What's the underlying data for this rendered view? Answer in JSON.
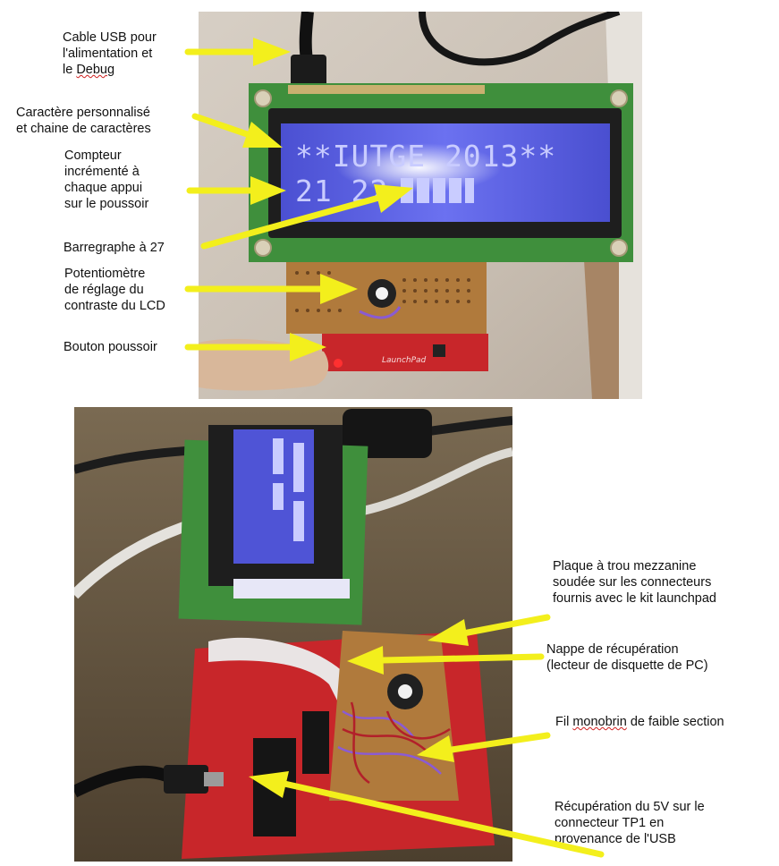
{
  "labels": {
    "cable_usb": [
      "Cable USB pour",
      " l'alimentation et",
      "le Debug"
    ],
    "caractere": [
      "Caractère personnalisé",
      "et chaine de caractères"
    ],
    "compteur": [
      "Compteur",
      "incrémenté à",
      "chaque appui",
      "sur le poussoir"
    ],
    "barregraphe": [
      "Barregraphe à 27"
    ],
    "potentiometre": [
      "Potentiomètre",
      "de réglage du",
      "contraste du LCD"
    ],
    "bouton": [
      "Bouton poussoir"
    ],
    "plaque": [
      "Plaque à trou mezzanine",
      "soudée sur les connecteurs",
      "fournis avec le kit launchpad"
    ],
    "nappe": [
      "Nappe de récupération",
      "(lecteur de disquette de PC)"
    ],
    "fil": [
      "Fil monobrin de faible section"
    ],
    "recuperation": [
      "Récupération du 5V sur le",
      "connecteur TP1 en",
      "provenance de l'USB"
    ]
  },
  "lcd": {
    "line1": "**IUTGE  2013**",
    "line2": "21 22"
  },
  "board": {
    "brand": "LaunchPad"
  },
  "colors": {
    "arrow": "#f3ef1c",
    "lcd_bg": "#4f54d6",
    "lcd_text": "#c9ccff",
    "pcb_green": "#3f8f3c",
    "pcb_red": "#c8262a",
    "perfboard": "#b07a3c"
  }
}
